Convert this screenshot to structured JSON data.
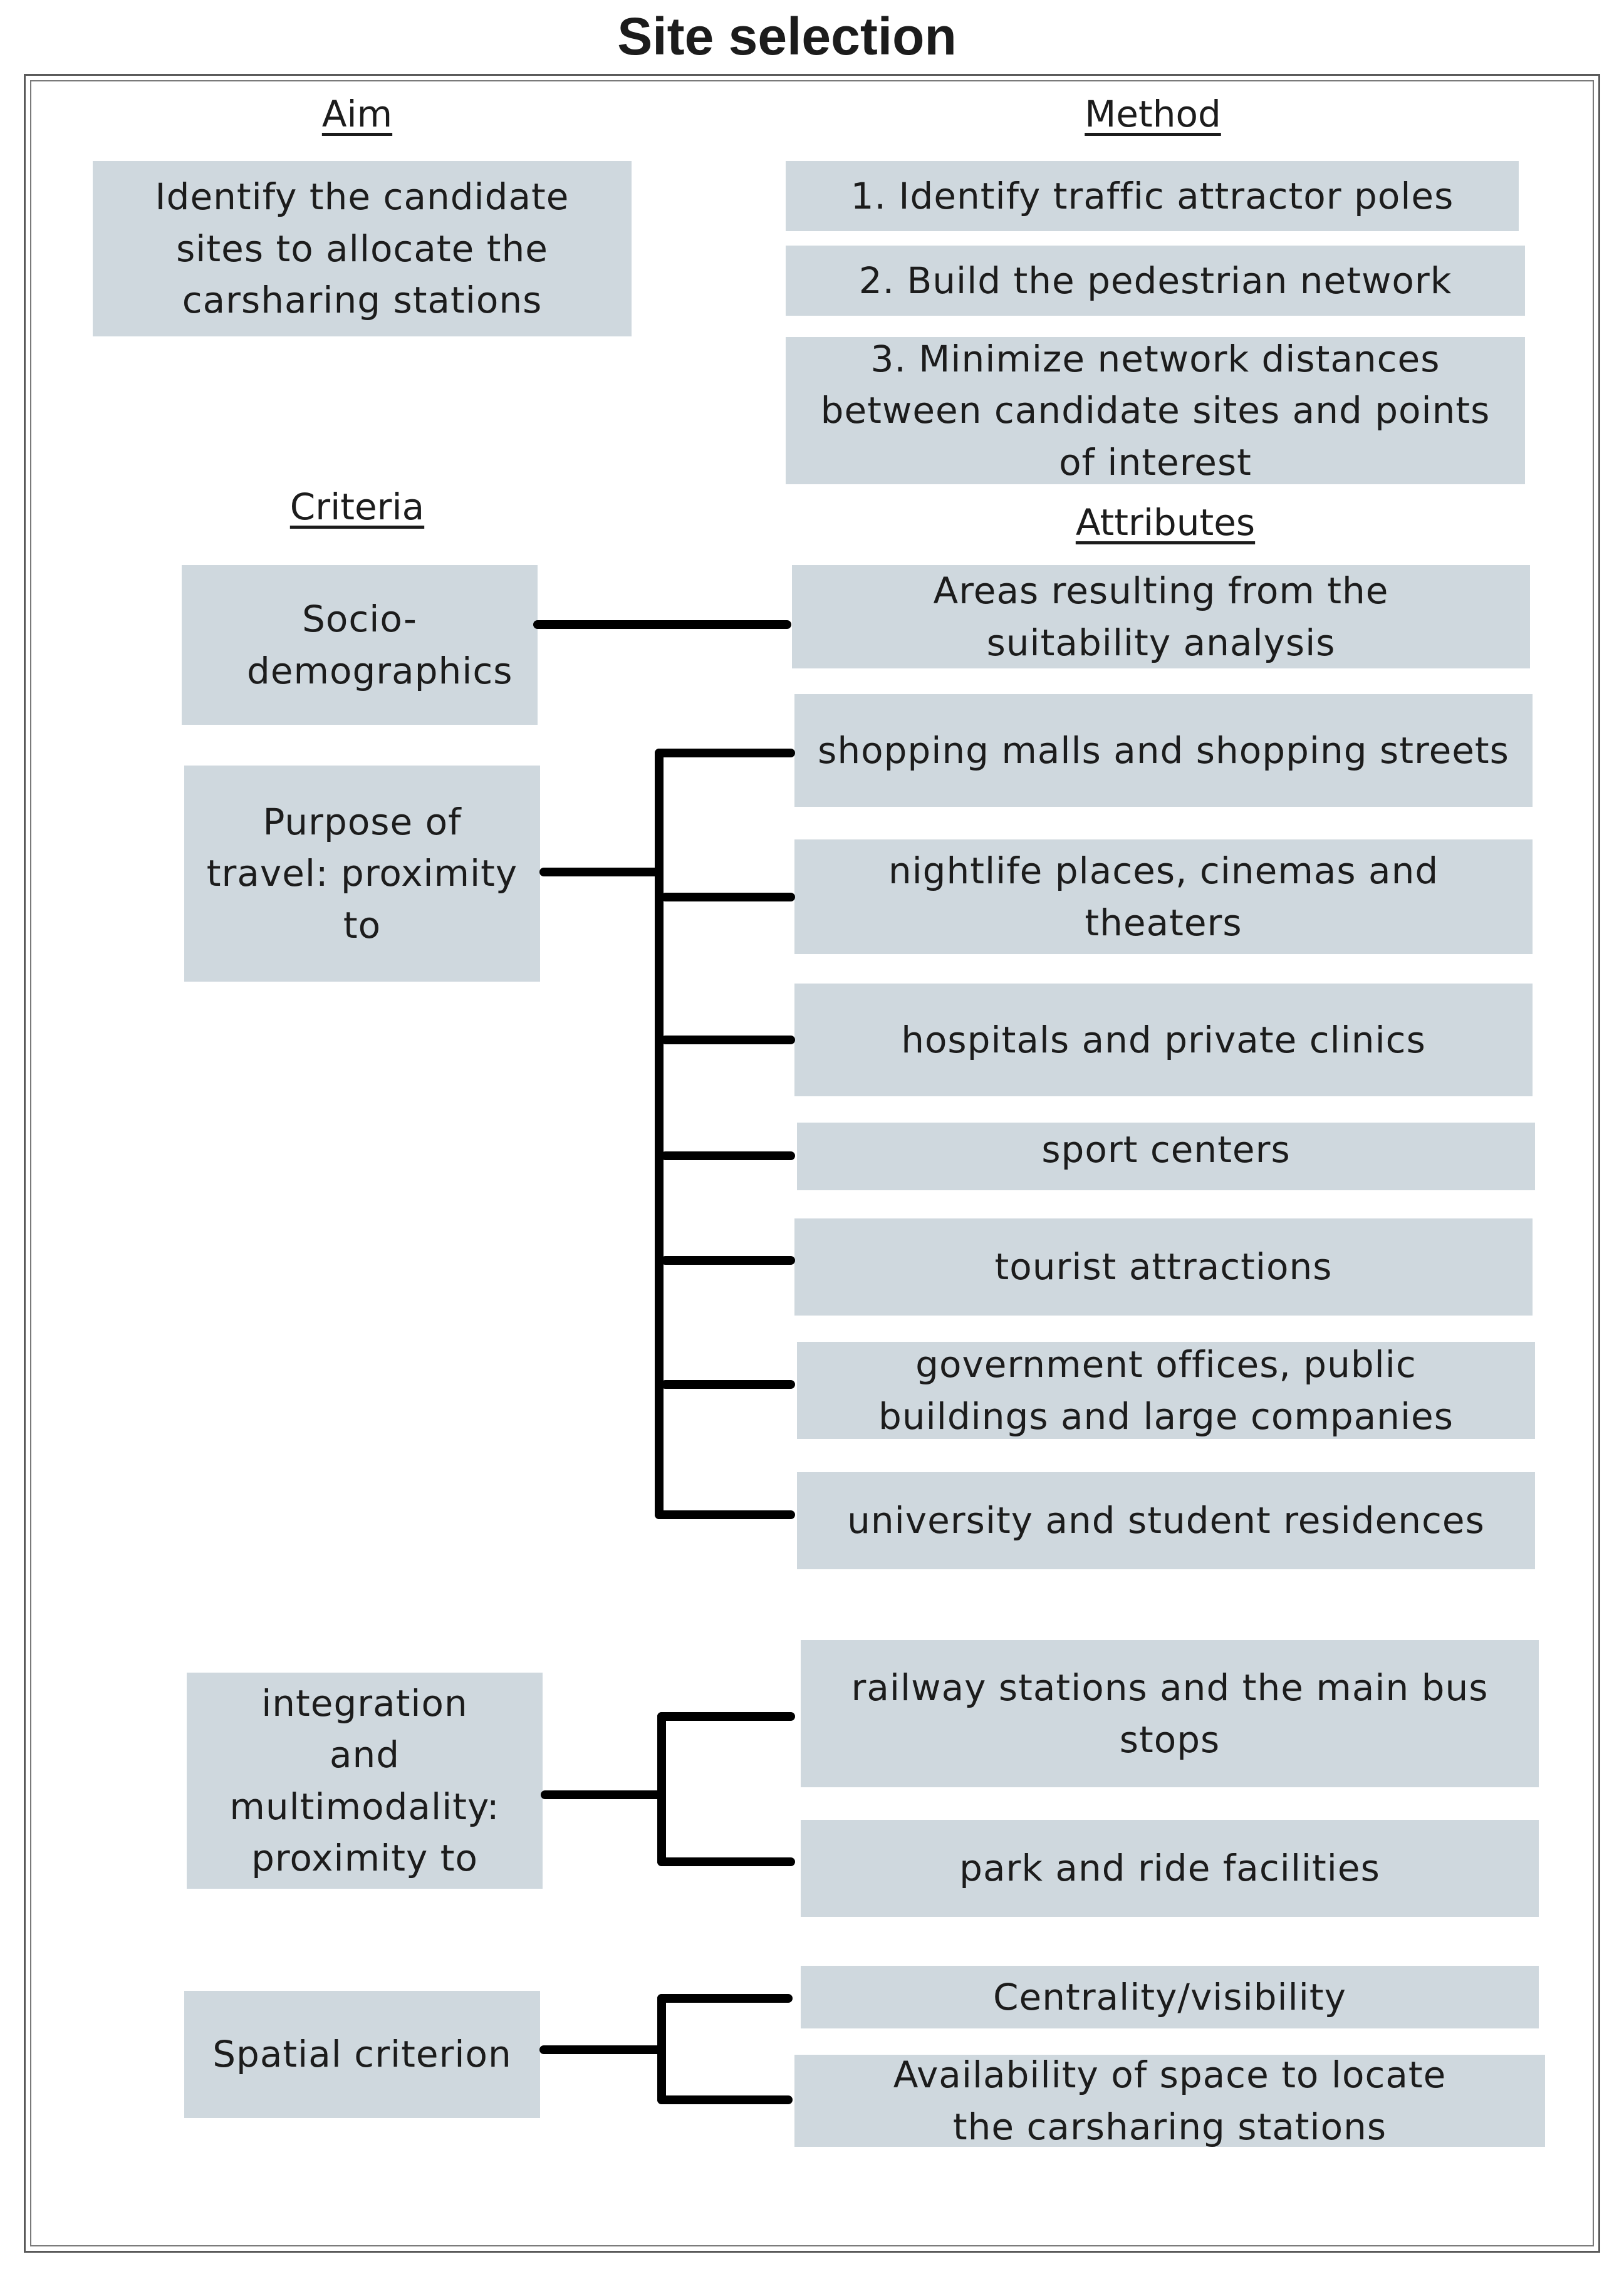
{
  "title": "Site selection",
  "headings": {
    "aim": "Aim",
    "method": "Method",
    "criteria": "Criteria",
    "attributes": "Attributes"
  },
  "aim": "Identify the candidate sites to allocate the carsharing stations",
  "method_steps": [
    "1.   Identify traffic attractor poles",
    "2. Build the pedestrian network",
    "3. Minimize network distances between candidate sites and points of interest"
  ],
  "criteria": [
    "Socio-demographics",
    "Purpose of travel: proximity to",
    "integration and multimodality: proximity to",
    "Spatial criterion"
  ],
  "attributes": [
    "Areas resulting from the suitability analysis",
    "shopping malls and shopping streets",
    "nightlife places, cinemas and theaters",
    "hospitals and private clinics",
    "sport centers",
    "tourist attractions",
    "government offices, public buildings and large companies",
    "university and student residences",
    "railway stations and the main bus stops",
    "park and ride facilities",
    "Centrality/visibility",
    "Availability of space to locate the carsharing stations"
  ],
  "colors": {
    "box_fill": "#cfd8de",
    "connector": "#000000"
  }
}
